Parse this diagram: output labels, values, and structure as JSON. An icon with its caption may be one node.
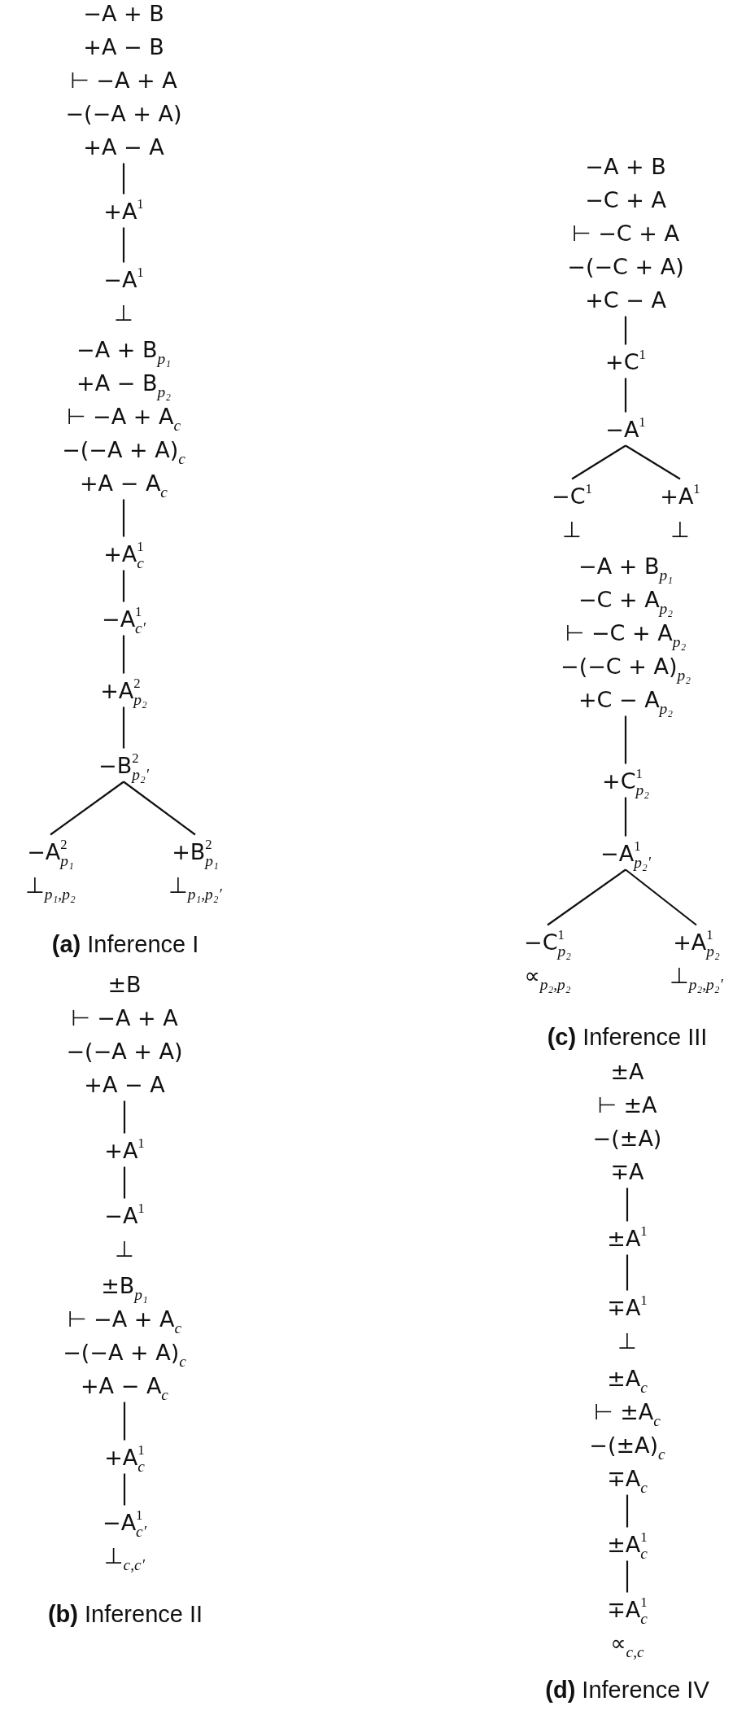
{
  "diagram": {
    "nodes": [
      {
        "text": [
          "−A + B",
          "+A − B",
          "⊢ −A + A",
          "−(−A + A)",
          "+A − A"
        ]
      },
      {
        "text": [
          "+A$^{1}$"
        ]
      },
      {
        "text": [
          "−A$^{1}$",
          "⊥"
        ]
      },
      {
        "text": [
          "−A + B$_{p₁}$",
          "+A − B$_{p₂}$",
          "⊢ −A + A$_{c}$",
          "−(−A + A)$_{c}$",
          "+A − A$_{c}$"
        ]
      },
      {
        "text": [
          "+A$^{1}$$_{c}$"
        ]
      },
      {
        "text": [
          "−A$^{1}$$_{c′}$"
        ]
      },
      {
        "text": [
          "+A$^{2}$$_{p₂}$"
        ]
      },
      {
        "text": [
          "−B$^{2}$$_{p₂′}$"
        ]
      },
      {
        "text": [
          "−A$^{2}$$_{p₁}$",
          "⊥$_{p₁,p₂}$"
        ]
      },
      {
        "text": [
          "+B$^{2}$$_{p₁}$",
          "⊥$_{p₁,p₂′}$"
        ]
      },
      {
        "text": [
          "±B",
          "⊢ −A + A",
          "−(−A + A)",
          "+A − A"
        ]
      },
      {
        "text": [
          "+A$^{1}$"
        ]
      },
      {
        "text": [
          "−A$^{1}$",
          "⊥"
        ]
      },
      {
        "text": [
          "±B$_{p₁}$",
          "⊢ −A + A$_{c}$",
          "−(−A + A)$_{c}$",
          "+A − A$_{c}$"
        ]
      },
      {
        "text": [
          "+A$^{1}$$_{c}$"
        ]
      },
      {
        "text": [
          "−A$^{1}$$_{c′}$",
          "⊥$_{c,c′}$"
        ]
      },
      {
        "text": [
          "−A + B",
          "−C + A",
          "⊢ −C + A",
          "−(−C + A)",
          "+C − A"
        ]
      },
      {
        "text": [
          "+C$^{1}$"
        ]
      },
      {
        "text": [
          "−A$^{1}$"
        ]
      },
      {
        "text": [
          "−C$^{1}$",
          "⊥"
        ]
      },
      {
        "text": [
          "+A$^{1}$",
          "⊥"
        ]
      },
      {
        "text": [
          "−A + B$_{p₁}$",
          "−C + A$_{p₂}$",
          "⊢ −C + A$_{p₂}$",
          "−(−C + A)$_{p₂}$",
          "+C − A$_{p₂}$"
        ]
      },
      {
        "text": [
          "+C$^{1}$$_{p₂}$"
        ]
      },
      {
        "text": [
          "−A$^{1}$$_{p₂′}$"
        ]
      },
      {
        "text": [
          "−C$^{1}$$_{p₂}$",
          "∝$_{p₂,p₂}$"
        ]
      },
      {
        "text": [
          "+A$^{1}$$_{p₂}$",
          "⊥$_{p₂,p₂′}$"
        ]
      },
      {
        "text": [
          "±A",
          "⊢ ±A",
          "−(±A)",
          "∓A"
        ]
      },
      {
        "text": [
          "±A$^{1}$"
        ]
      },
      {
        "text": [
          "∓A$^{1}$",
          "⊥"
        ]
      },
      {
        "text": [
          "±A$_{c}$",
          "⊢ ±A$_{c}$",
          "−(±A)$_{c}$",
          "∓A$_{c}$"
        ]
      },
      {
        "text": [
          "±A$^{1}$$_{c}$"
        ]
      },
      {
        "text": [
          "∓A$^{1}$$_{c}$",
          "∝$_{c,c}$"
        ]
      }
    ],
    "edges": [
      {
        "from": 0,
        "to": 1,
        "arrow": "none"
      },
      {
        "from": 1,
        "to": 2,
        "arrow": "none"
      },
      {
        "from": 3,
        "to": 4,
        "arrow": "none"
      },
      {
        "from": 4,
        "to": 5,
        "arrow": "none"
      },
      {
        "from": 5,
        "to": 6,
        "arrow": "none"
      },
      {
        "from": 6,
        "to": 7,
        "arrow": "none"
      },
      {
        "from": 7,
        "to": 8,
        "arrow": "none"
      },
      {
        "from": 7,
        "to": 9,
        "arrow": "none"
      },
      {
        "from": 10,
        "to": 11,
        "arrow": "none"
      },
      {
        "from": 11,
        "to": 12,
        "arrow": "none"
      },
      {
        "from": 13,
        "to": 14,
        "arrow": "none"
      },
      {
        "from": 14,
        "to": 15,
        "arrow": "none"
      },
      {
        "from": 16,
        "to": 17,
        "arrow": "none"
      },
      {
        "from": 17,
        "to": 18,
        "arrow": "none"
      },
      {
        "from": 18,
        "to": 19,
        "arrow": "none"
      },
      {
        "from": 18,
        "to": 20,
        "arrow": "none"
      },
      {
        "from": 21,
        "to": 22,
        "arrow": "none"
      },
      {
        "from": 22,
        "to": 23,
        "arrow": "none"
      },
      {
        "from": 23,
        "to": 24,
        "arrow": "none"
      },
      {
        "from": 23,
        "to": 25,
        "arrow": "none"
      },
      {
        "from": 26,
        "to": 27,
        "arrow": "none"
      },
      {
        "from": 27,
        "to": 28,
        "arrow": "none"
      },
      {
        "from": 29,
        "to": 30,
        "arrow": "none"
      },
      {
        "from": 30,
        "to": 31,
        "arrow": "none"
      }
    ],
    "labels": [
      "**(a)** Inference I",
      "**(c)** Inference III",
      "**(b)** Inference II",
      "**(d)** Inference IV"
    ]
  }
}
